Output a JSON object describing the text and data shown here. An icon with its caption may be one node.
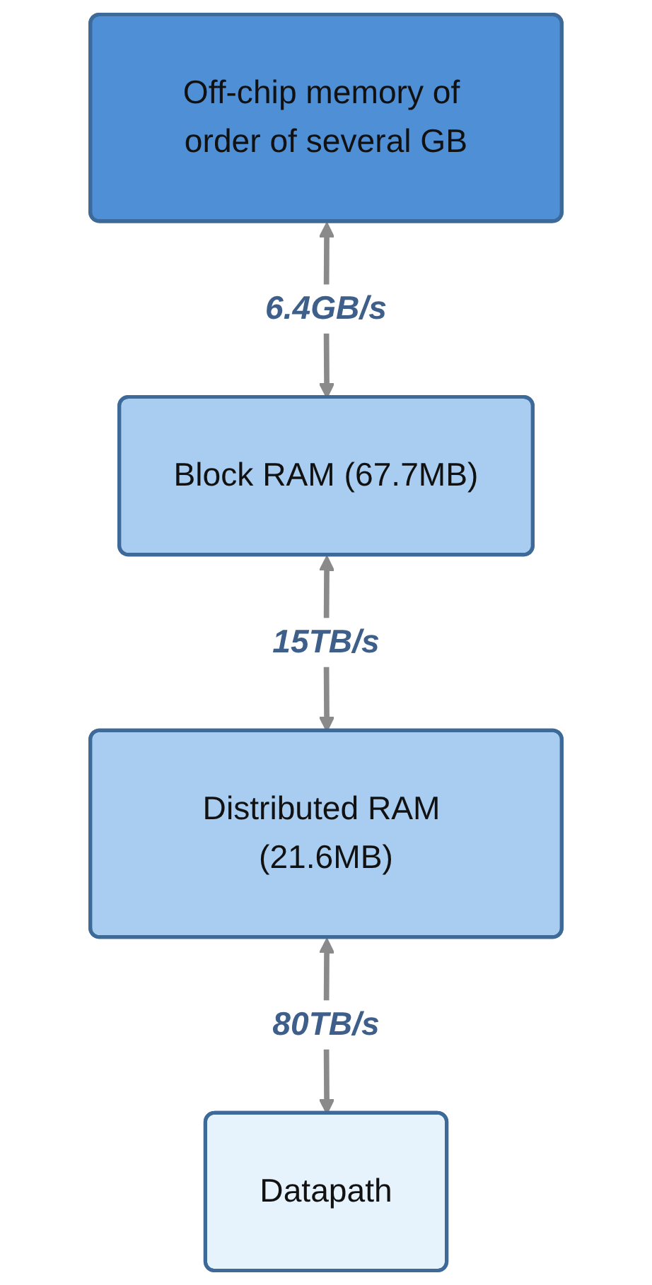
{
  "diagram": {
    "nodes": [
      {
        "text": [
          "Off-chip memory of order of several GB"
        ]
      },
      {
        "text": [
          "Block RAM (67.7MB)"
        ]
      },
      {
        "text": [
          "Distributed RAM (21.6MB)"
        ]
      },
      {
        "text": [
          "Datapath"
        ]
      }
    ],
    "edges": [
      {
        "from": 0,
        "to": 1,
        "arrow": "both",
        "label": "6.4GB/s"
      },
      {
        "from": 1,
        "to": 2,
        "arrow": "both",
        "label": "15TB/s"
      },
      {
        "from": 2,
        "to": 3,
        "arrow": "both",
        "label": "80TB/s"
      }
    ]
  }
}
